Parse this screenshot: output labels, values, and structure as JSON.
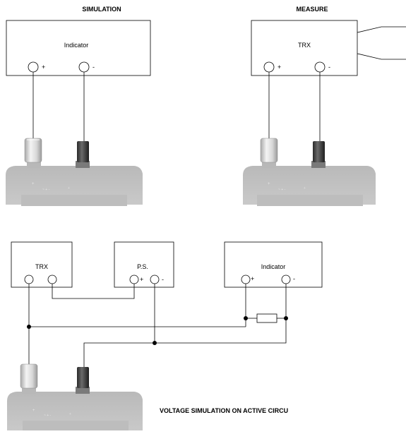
{
  "top_left": {
    "heading": "SIMULATION",
    "device": {
      "label": "Indicator",
      "plus": "+",
      "minus": "-"
    }
  },
  "top_right": {
    "heading": "MEASURE",
    "device": {
      "label": "TRX",
      "plus": "+",
      "minus": "-"
    }
  },
  "bottom": {
    "trx": {
      "label": "TRX"
    },
    "ps": {
      "label": "P.S.",
      "plus": "+",
      "minus": "-"
    },
    "indicator": {
      "label": "Indicator",
      "plus": "+",
      "minus": "-"
    },
    "caption": "VOLTAGE SIMULATION ON ACTIVE CIRCU"
  }
}
